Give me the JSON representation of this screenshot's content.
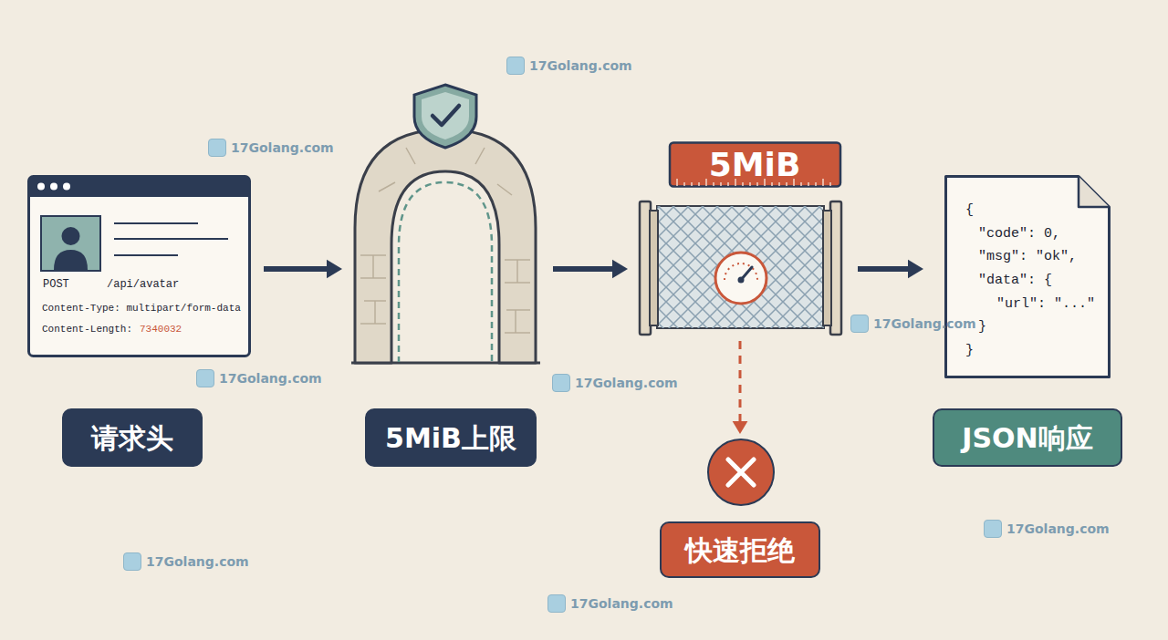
{
  "diagram": {
    "nodes": [
      {
        "text": [
          "POST",
          "/api/avatar",
          "Content-Type: multipart/form-data",
          "Content-Length:",
          "7340032",
          "请求头"
        ]
      },
      {
        "text": [
          "5MiB上限"
        ]
      },
      {
        "text": [
          "5MiB"
        ]
      },
      {
        "text": [
          "快速拒绝"
        ]
      },
      {
        "text": [
          "{",
          "\"code\": 0,",
          "\"msg\": \"ok\",",
          "\"data\": {",
          "\"url\": \"...\"",
          "}",
          "}",
          "JSON响应"
        ]
      }
    ],
    "edges": [
      {
        "from": 0,
        "to": 1,
        "arrow": "to"
      },
      {
        "from": 1,
        "to": 2,
        "arrow": "to"
      },
      {
        "from": 2,
        "to": 4,
        "arrow": "to"
      },
      {
        "from": 2,
        "to": 3,
        "arrow": "to"
      }
    ],
    "labels": [
      "17Golang.com",
      "17Golang.com",
      "17Golang.com",
      "17Golang.com",
      "17Golang.com",
      "17Golang.com",
      "17Golang.com",
      "17Golang.com"
    ]
  }
}
